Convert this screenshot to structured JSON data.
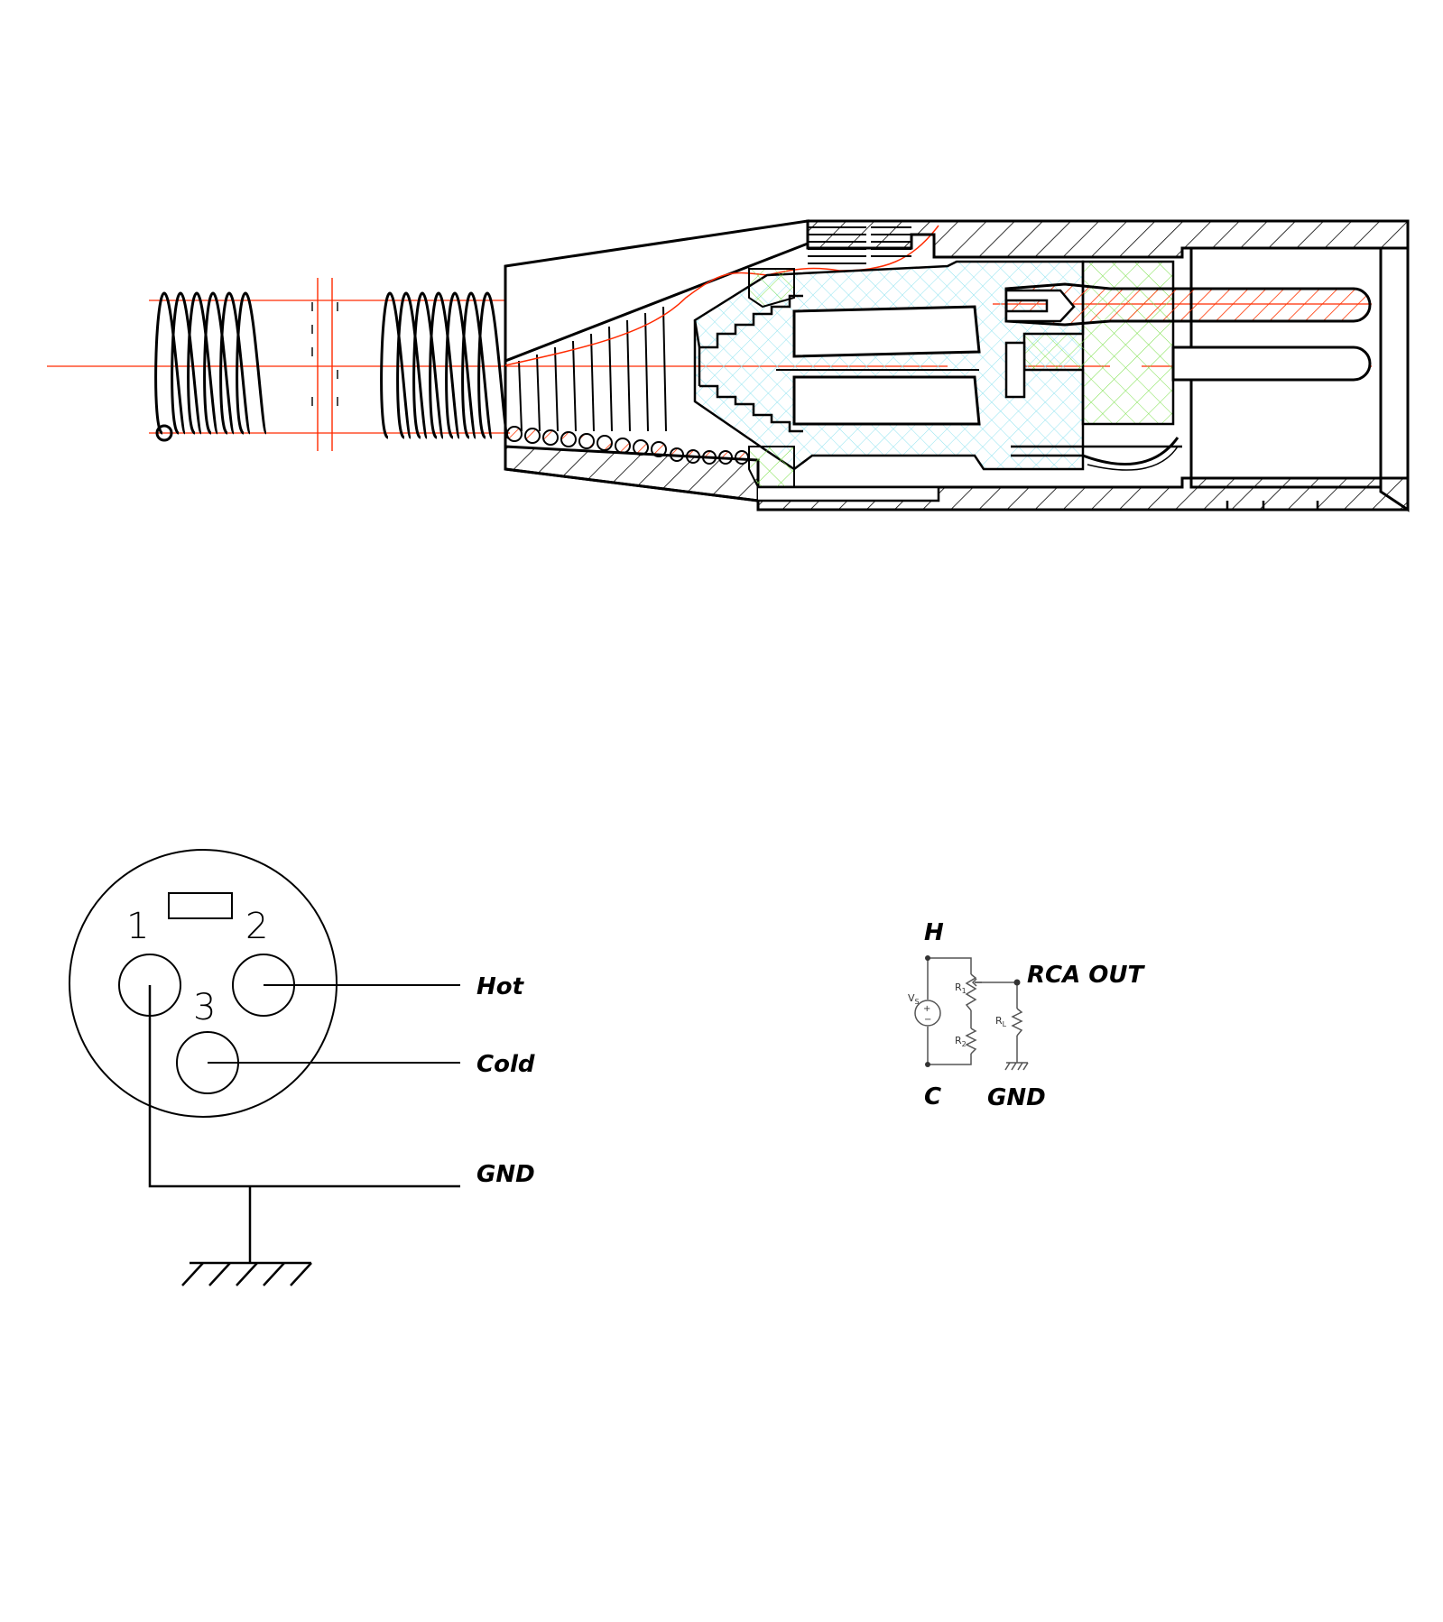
{
  "pinout": {
    "pins": [
      {
        "number": "1"
      },
      {
        "number": "2"
      },
      {
        "number": "3"
      }
    ],
    "labels": {
      "hot": "Hot",
      "cold": "Cold",
      "gnd": "GND"
    }
  },
  "schematic": {
    "hot_label": "H",
    "cold_label": "C",
    "out_label": "RCA OUT",
    "gnd_label": "GND",
    "source": {
      "main": "V",
      "sub": "S"
    },
    "r1": {
      "main": "R",
      "sub": "1"
    },
    "r2": {
      "main": "R",
      "sub": "2"
    },
    "rl": {
      "main": "R",
      "sub": "L"
    }
  },
  "colors": {
    "line": "#000000",
    "centerline": "#ff2a00",
    "conductor": "#ff3300",
    "insulator": "#8fe3f0",
    "contact_block": "#7be04a",
    "schematic": "#555555"
  }
}
